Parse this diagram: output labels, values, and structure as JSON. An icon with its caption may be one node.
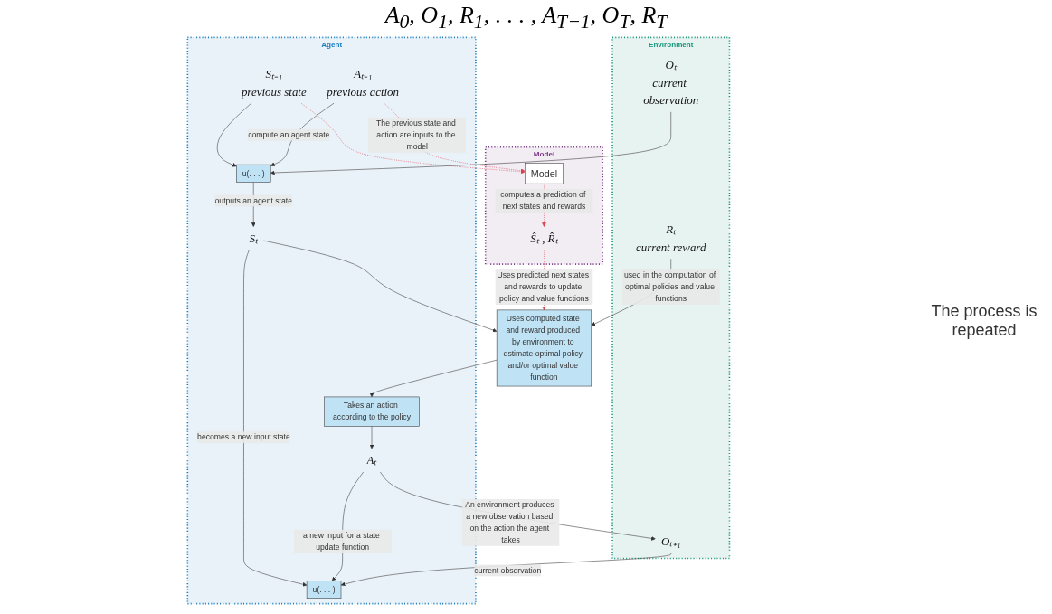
{
  "diagram": {
    "title": "A$_{0}$, O$_{1}$, R$_{1}$, . . . , A$_{T−1}$, O$_{T}$, R$_{T}$",
    "nodes": [
      {
        "text": [
          "Agent"
        ]
      },
      {
        "text": [
          "Sₜ₋₁"
        ],
        "beside": [
          "previous state"
        ],
        "in": 0
      },
      {
        "text": [
          "Aₜ₋₁"
        ],
        "beside": [
          "previous action"
        ],
        "in": 0
      },
      {
        "text": [
          "u(. . . )"
        ],
        "in": 0
      },
      {
        "text": [
          "Sₜ"
        ],
        "in": 0
      },
      {
        "text": [
          "Uses computed state and reward produced by environment to estimate optimal policy and/or optimal value function"
        ]
      },
      {
        "text": [
          "Takes an action according to the policy"
        ],
        "in": 0
      },
      {
        "text": [
          "Aₜ"
        ],
        "in": 0
      },
      {
        "text": [
          "u(. . . )"
        ],
        "in": 0
      },
      {
        "text": [
          "Environment"
        ]
      },
      {
        "text": [
          "Oₜ"
        ],
        "beside": [
          "current observation"
        ],
        "in": 9
      },
      {
        "text": [
          "Rₜ"
        ],
        "beside": [
          "current reward"
        ],
        "in": 9
      },
      {
        "text": [
          "Oₜ₊₁"
        ],
        "in": 9
      },
      {
        "text": [
          "Model"
        ]
      },
      {
        "text": [
          "Model"
        ],
        "in": 13
      },
      {
        "text": [
          "Ŝₜ , R̂ₜ"
        ],
        "in": 13
      }
    ],
    "edges": [
      {
        "from": 1,
        "to": 3,
        "arrow": "to"
      },
      {
        "from": 2,
        "to": 3,
        "label": "compute an agent state",
        "arrow": "to"
      },
      {
        "from": 10,
        "to": 3,
        "arrow": "to"
      },
      {
        "from": 3,
        "to": 4,
        "label": "outputs an agent state",
        "arrow": "to"
      },
      {
        "from": 4,
        "to": 5,
        "arrow": "to"
      },
      {
        "from": 4,
        "to": 8,
        "label": "becomes a new input state",
        "arrow": "to"
      },
      {
        "from": 11,
        "to": 5,
        "label": "used in the computation of optimal policies and value functions",
        "arrow": "to"
      },
      {
        "from": 5,
        "to": 6,
        "arrow": "to"
      },
      {
        "from": 6,
        "to": 7,
        "arrow": "to"
      },
      {
        "from": 7,
        "to": 8,
        "label": "a new input for a state update function",
        "arrow": "to"
      },
      {
        "from": 7,
        "to": 12,
        "label": "An environment produces a new observation based on the action the agent takes",
        "arrow": "to"
      },
      {
        "from": 12,
        "to": 8,
        "label": "current observation",
        "arrow": "to"
      },
      {
        "from": 1,
        "to": 14,
        "arrow": "to",
        "style": "dashed",
        "color": "#d9434f"
      },
      {
        "from": 2,
        "to": 14,
        "label": "The previous state and action are inputs to the model",
        "arrow": "to",
        "style": "dashed",
        "color": "#d9434f"
      },
      {
        "from": 14,
        "to": 15,
        "label": "computes a prediction of next states and rewards",
        "arrow": "to",
        "style": "dashed",
        "color": "#d9434f"
      },
      {
        "from": 15,
        "to": 5,
        "label": "Uses predicted next states and rewards to update policy and value functions",
        "arrow": "to",
        "style": "dashed",
        "color": "#d9434f"
      }
    ],
    "labels": [
      "The process is repeated"
    ]
  }
}
